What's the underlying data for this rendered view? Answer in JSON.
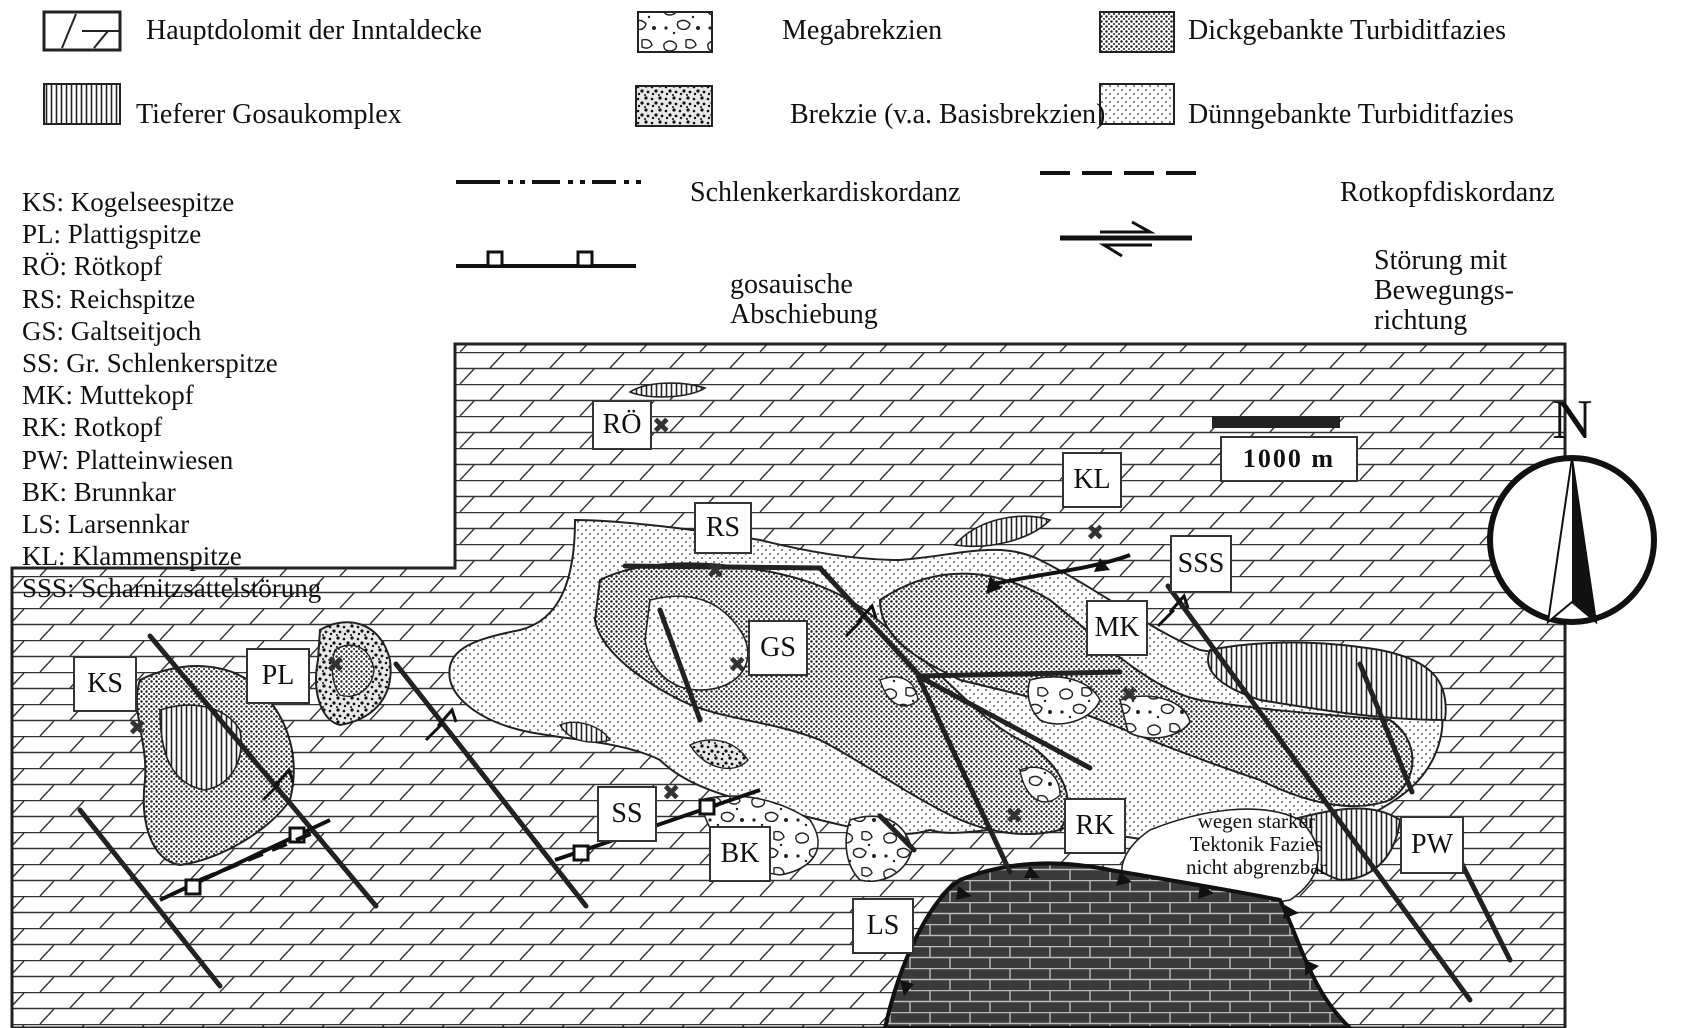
{
  "legend": {
    "units": [
      {
        "label": "Hauptdolomit der Inntaldecke",
        "pattern": "dolomite-brick"
      },
      {
        "label": "Megabrekzien",
        "pattern": "megabreccia"
      },
      {
        "label": "Dickgebankte Turbiditfazies",
        "pattern": "dense-dots"
      },
      {
        "label": "Tieferer Gosaukomplex",
        "pattern": "vertical-lines"
      },
      {
        "label": "Brekzie (v.a. Basisbrekzien)",
        "pattern": "breccia"
      },
      {
        "label": "Dünngebankte Turbiditfazies",
        "pattern": "sparse-dots"
      }
    ],
    "lines": [
      {
        "label": "Schlenkerkardiskordanz",
        "style": "dash-dot-dot"
      },
      {
        "label": "Rotkopfdiskordanz",
        "style": "dashed"
      },
      {
        "label_lines": [
          "gosauische",
          "Abschiebung"
        ],
        "style": "normal-fault-squares"
      },
      {
        "label_lines": [
          "Störung mit",
          "Bewegungs-",
          "richtung"
        ],
        "style": "strike-slip-arrows"
      }
    ]
  },
  "abbreviations": [
    "KS: Kogelseespitze",
    "PL: Plattigspitze",
    "RÖ: Rötkopf",
    "RS: Reichspitze",
    "GS: Galtseitjoch",
    "SS: Gr. Schlenkerspitze",
    "MK: Muttekopf",
    "RK: Rotkopf",
    "PW: Platteinwiesen",
    "BK: Brunnkar",
    "LS: Larsennkar",
    "KL: Klammenspitze",
    "SSS: Scharnitzsattelstörung"
  ],
  "map": {
    "places": [
      "RÖ",
      "RS",
      "KL",
      "SSS",
      "GS",
      "MK",
      "KS",
      "PL",
      "SS",
      "BK",
      "RK",
      "LS",
      "PW"
    ],
    "scale_label": "1000 m",
    "north_label": "N",
    "note_lines": [
      "wegen starker",
      "Tektonik Fazies",
      "nicht abgrenzbar"
    ]
  }
}
